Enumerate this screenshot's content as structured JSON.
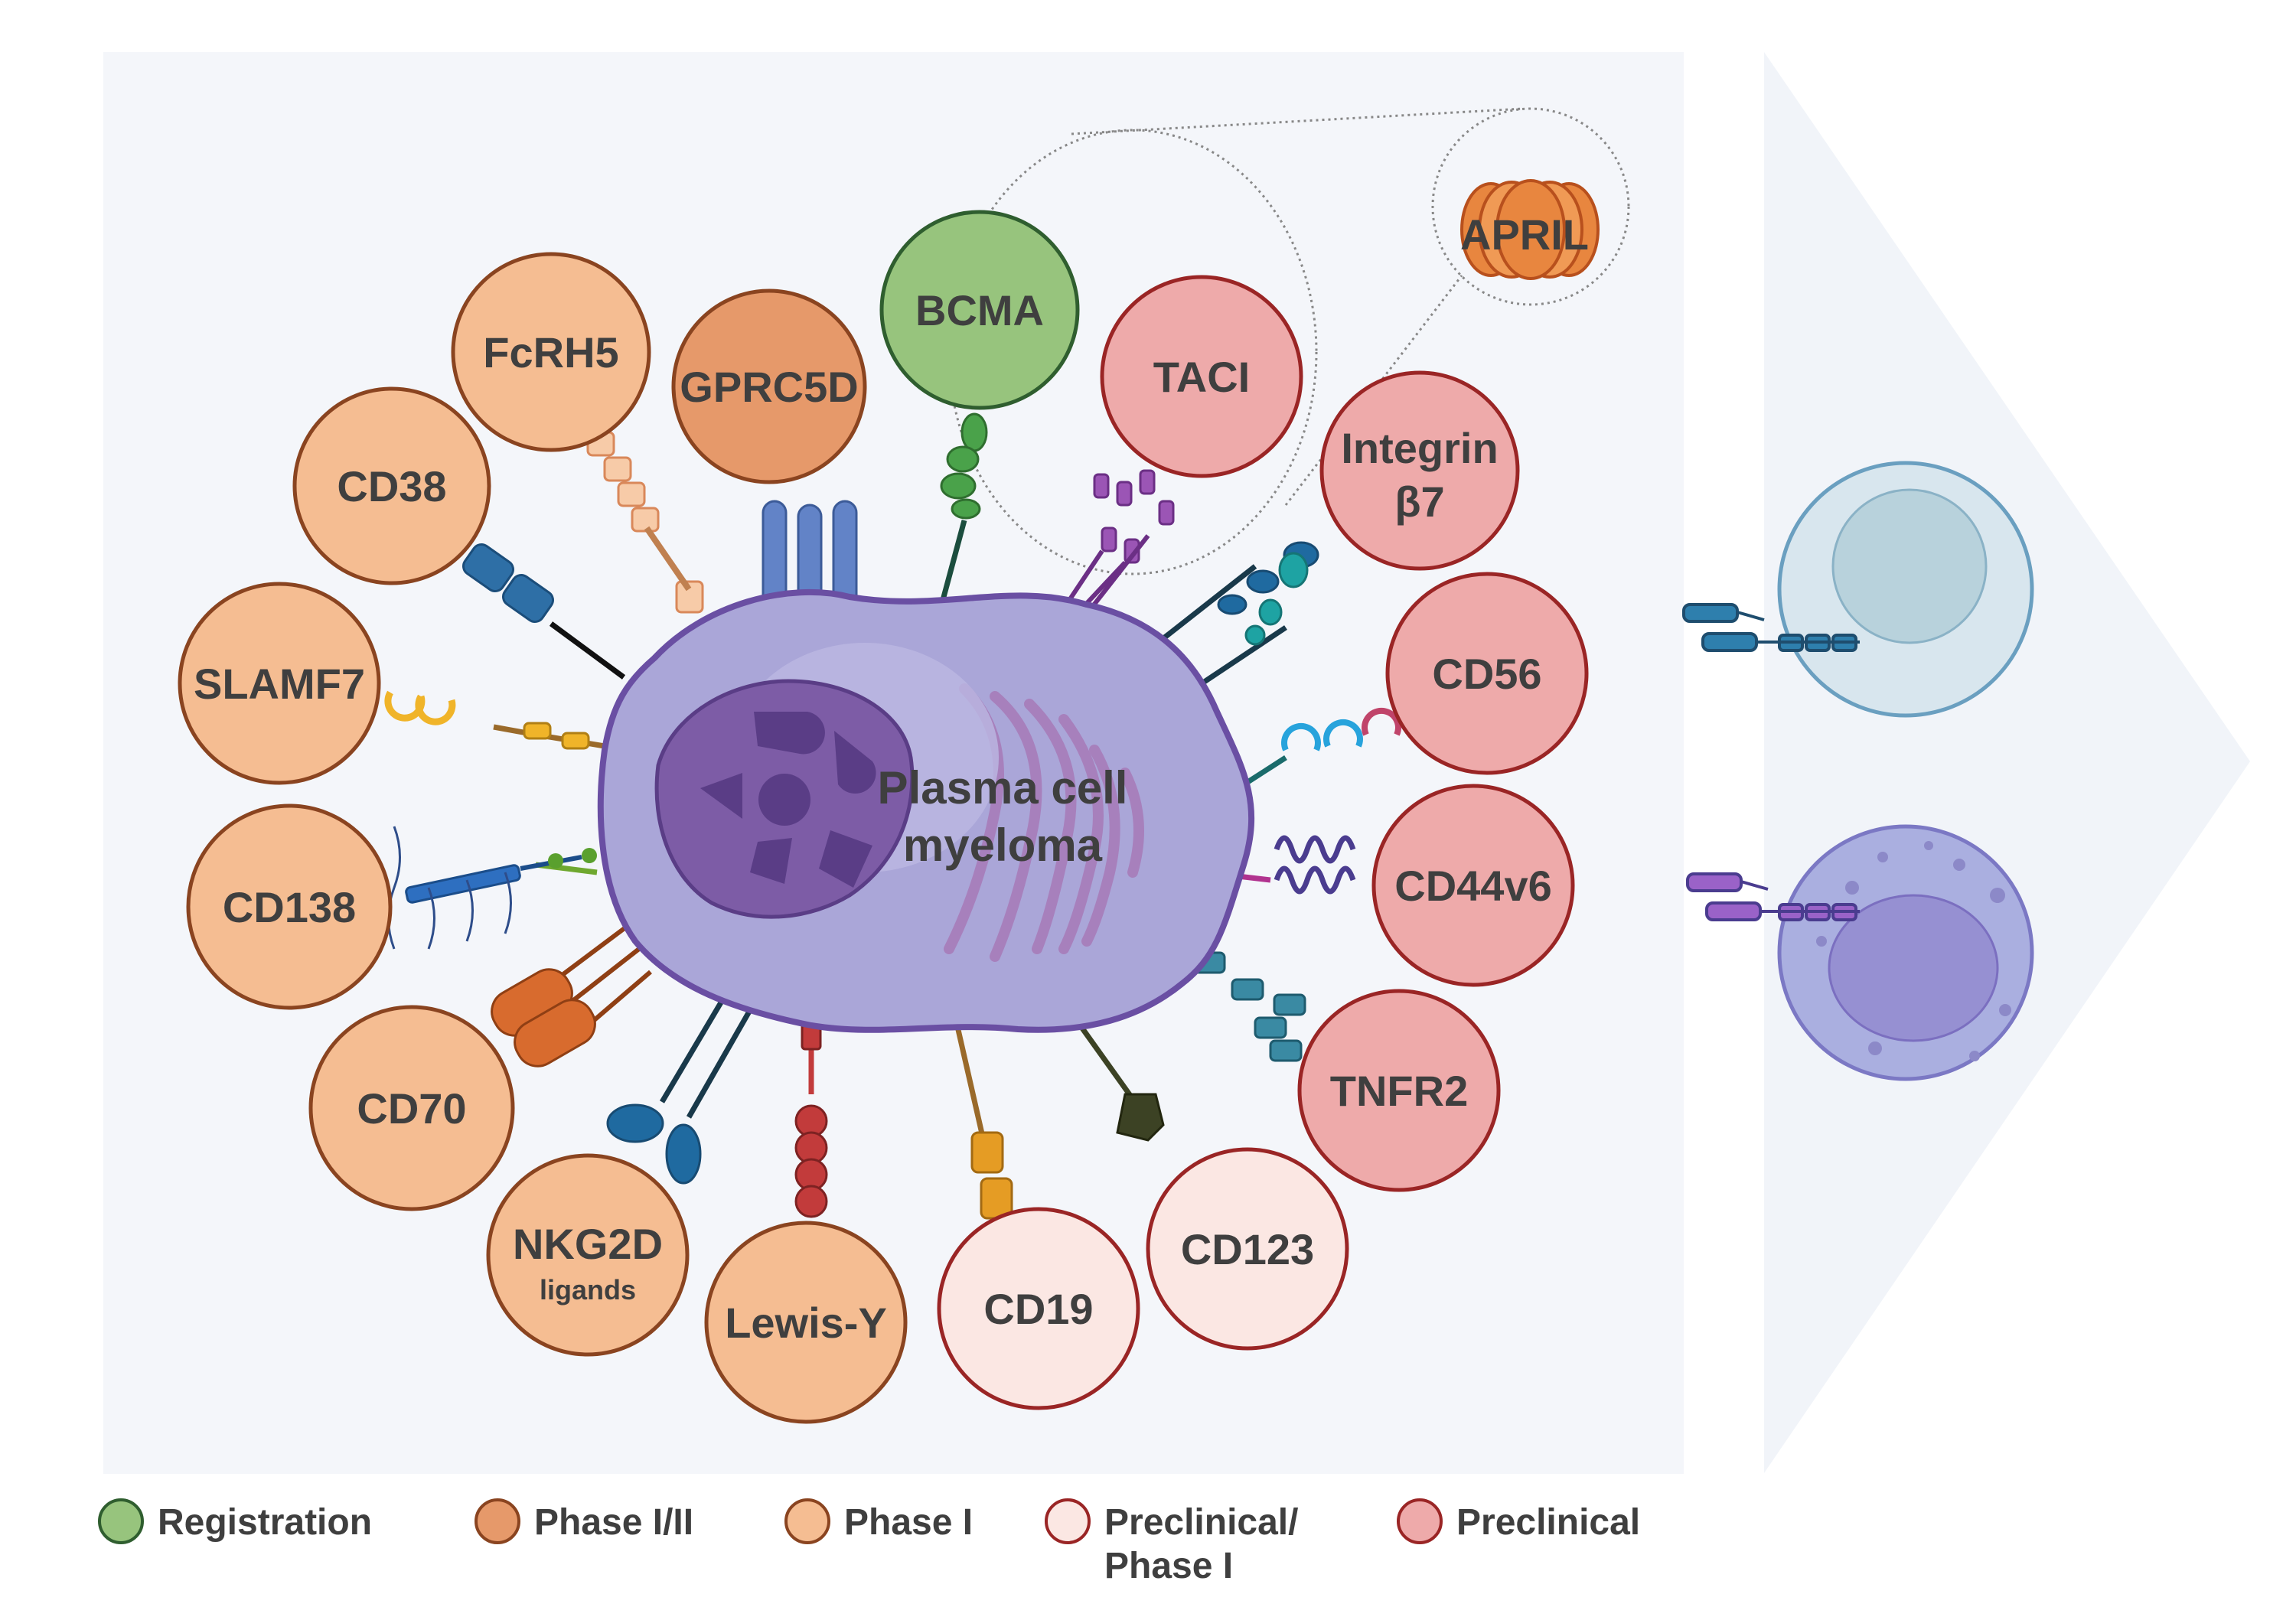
{
  "center": {
    "line1": "Plasma cell",
    "line2": "myeloma"
  },
  "april": {
    "label": "APRIL"
  },
  "colors": {
    "registration": "#97c47d",
    "phase_1_2": "#e6996a",
    "phase_1": "#f5bd92",
    "preclinical_phase_1": "#fbe7e3",
    "preclinical": "#eeaaaa"
  },
  "targets": [
    {
      "key": "fcrh5",
      "label": "FcRH5",
      "status": "phase_1"
    },
    {
      "key": "gprc5d",
      "label": "GPRC5D",
      "status": "phase_1_2"
    },
    {
      "key": "bcma",
      "label": "BCMA",
      "status": "registration"
    },
    {
      "key": "taci",
      "label": "TACI",
      "status": "preclinical"
    },
    {
      "key": "integrin",
      "label": "Integrin",
      "label2": "β7",
      "status": "preclinical"
    },
    {
      "key": "cd38",
      "label": "CD38",
      "status": "phase_1"
    },
    {
      "key": "slamf7",
      "label": "SLAMF7",
      "status": "phase_1"
    },
    {
      "key": "cd138",
      "label": "CD138",
      "status": "phase_1"
    },
    {
      "key": "cd70",
      "label": "CD70",
      "status": "phase_1"
    },
    {
      "key": "nkg2d",
      "label": "NKG2D",
      "label2": "ligands",
      "status": "phase_1"
    },
    {
      "key": "lewisy",
      "label": "Lewis-Y",
      "status": "phase_1"
    },
    {
      "key": "cd19",
      "label": "CD19",
      "status": "preclinical_phase_1"
    },
    {
      "key": "cd123",
      "label": "CD123",
      "status": "preclinical_phase_1"
    },
    {
      "key": "tnfr2",
      "label": "TNFR2",
      "status": "preclinical"
    },
    {
      "key": "cd44v6",
      "label": "CD44v6",
      "status": "preclinical"
    },
    {
      "key": "cd56",
      "label": "CD56",
      "status": "preclinical"
    }
  ],
  "legend": [
    {
      "label": "Registration",
      "status": "registration"
    },
    {
      "label": "Phase I/II",
      "status": "phase_1_2"
    },
    {
      "label": "Phase I",
      "status": "phase_1"
    },
    {
      "label": "Preclinical/",
      "label2": "Phase I",
      "status": "preclinical_phase_1"
    },
    {
      "label": "Preclinical",
      "status": "preclinical"
    }
  ]
}
